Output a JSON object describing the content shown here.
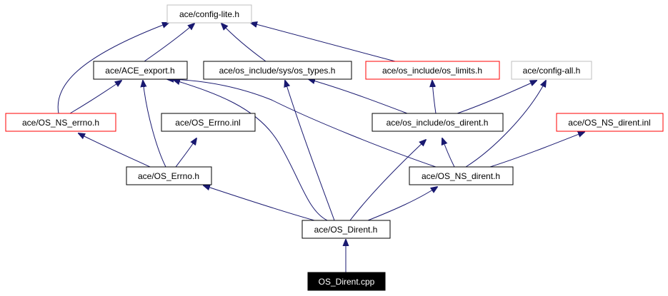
{
  "colors": {
    "edge": "#191970",
    "background": "#ffffff",
    "border_default": "#000000",
    "border_red": "#ff0000",
    "border_gray": "#bfbfbf",
    "focus_fill": "#000000",
    "focus_text": "#ffffff"
  },
  "nodes": [
    {
      "id": "config_lite",
      "label": "ace/config-lite.h",
      "border": "gray"
    },
    {
      "id": "ace_export",
      "label": "ace/ACE_export.h",
      "border": "default"
    },
    {
      "id": "os_types",
      "label": "ace/os_include/sys/os_types.h",
      "border": "default"
    },
    {
      "id": "os_limits",
      "label": "ace/os_include/os_limits.h",
      "border": "red"
    },
    {
      "id": "config_all",
      "label": "ace/config-all.h",
      "border": "gray"
    },
    {
      "id": "os_ns_errno",
      "label": "ace/OS_NS_errno.h",
      "border": "red"
    },
    {
      "id": "os_errno_inl",
      "label": "ace/OS_Errno.inl",
      "border": "default"
    },
    {
      "id": "os_dirent_inc",
      "label": "ace/os_include/os_dirent.h",
      "border": "default"
    },
    {
      "id": "os_ns_dirent_inl",
      "label": "ace/OS_NS_dirent.inl",
      "border": "red"
    },
    {
      "id": "os_errno_h",
      "label": "ace/OS_Errno.h",
      "border": "default"
    },
    {
      "id": "os_ns_dirent_h",
      "label": "ace/OS_NS_dirent.h",
      "border": "default"
    },
    {
      "id": "os_dirent_h",
      "label": "ace/OS_Dirent.h",
      "border": "default"
    },
    {
      "id": "os_dirent_cpp",
      "label": "OS_Dirent.cpp",
      "border": "focus"
    }
  ],
  "edges": [
    {
      "from": "os_dirent_cpp",
      "to": "os_dirent_h"
    },
    {
      "from": "os_dirent_h",
      "to": "os_errno_h"
    },
    {
      "from": "os_dirent_h",
      "to": "ace_export"
    },
    {
      "from": "os_dirent_h",
      "to": "os_types"
    },
    {
      "from": "os_dirent_h",
      "to": "os_dirent_inc"
    },
    {
      "from": "os_dirent_h",
      "to": "os_ns_dirent_h"
    },
    {
      "from": "os_errno_h",
      "to": "ace_export"
    },
    {
      "from": "os_errno_h",
      "to": "os_ns_errno"
    },
    {
      "from": "os_errno_h",
      "to": "os_errno_inl"
    },
    {
      "from": "os_ns_errno",
      "to": "config_lite"
    },
    {
      "from": "os_ns_errno",
      "to": "ace_export"
    },
    {
      "from": "ace_export",
      "to": "config_lite"
    },
    {
      "from": "os_types",
      "to": "config_lite"
    },
    {
      "from": "os_limits",
      "to": "config_lite"
    },
    {
      "from": "os_ns_dirent_h",
      "to": "ace_export"
    },
    {
      "from": "os_ns_dirent_h",
      "to": "os_dirent_inc"
    },
    {
      "from": "os_ns_dirent_h",
      "to": "config_all"
    },
    {
      "from": "os_ns_dirent_h",
      "to": "os_ns_dirent_inl"
    },
    {
      "from": "os_dirent_inc",
      "to": "os_types"
    },
    {
      "from": "os_dirent_inc",
      "to": "os_limits"
    },
    {
      "from": "os_dirent_inc",
      "to": "config_all"
    }
  ]
}
